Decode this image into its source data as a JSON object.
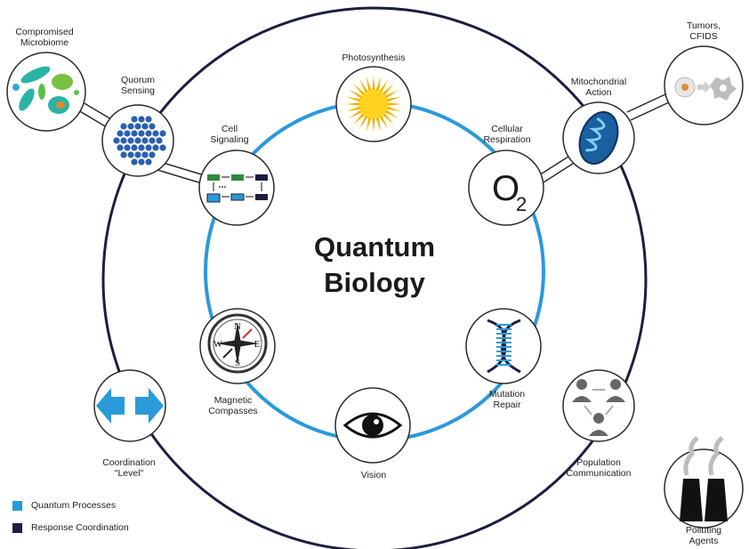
{
  "title": {
    "line1": "Quantum",
    "line2": "Biology"
  },
  "colors": {
    "quantum": "#2a9ad9",
    "coordination": "#1b1e3f",
    "node_border": "#2b2b2b"
  },
  "inner_nodes": [
    {
      "id": "photosynthesis",
      "lines": [
        "Photosynthesis"
      ],
      "icon": "sun-icon"
    },
    {
      "id": "cellular-respiration",
      "lines": [
        "Cellular",
        "Respiration"
      ],
      "icon": "o2-molecule-icon",
      "symbol": "O",
      "subscript": "2"
    },
    {
      "id": "mutation-repair",
      "lines": [
        "Mutation",
        "Repair"
      ],
      "icon": "dna-helix-icon"
    },
    {
      "id": "vision",
      "lines": [
        "Vision"
      ],
      "icon": "eye-icon"
    },
    {
      "id": "magnetic-compasses",
      "lines": [
        "Magnetic",
        "Compasses"
      ],
      "icon": "compass-icon",
      "compass": {
        "n": "N",
        "s": "S",
        "e": "E",
        "w": "W"
      }
    },
    {
      "id": "cell-signaling",
      "lines": [
        "Cell",
        "Signaling"
      ],
      "icon": "signaling-pathway-icon"
    }
  ],
  "outer_nodes": [
    {
      "id": "quorum-sensing",
      "lines": [
        "Quorum",
        "Sensing"
      ],
      "icon": "bacteria-cluster-icon"
    },
    {
      "id": "mitochondrial-action",
      "lines": [
        "Mitochondrial",
        "Action"
      ],
      "icon": "mitochondrion-icon"
    },
    {
      "id": "population-communication",
      "lines": [
        "Population",
        "Communication"
      ],
      "icon": "people-network-icon"
    },
    {
      "id": "coordination-level",
      "lines": [
        "Coordination",
        "\"Level\""
      ],
      "icon": "double-arrow-icon"
    }
  ],
  "external_nodes": [
    {
      "id": "compromised-microbiome",
      "lines": [
        "Compromised",
        "Microbiome"
      ],
      "icon": "microbes-icon"
    },
    {
      "id": "tumors-cfids",
      "lines": [
        "Tumors,",
        "CFIDS"
      ],
      "icon": "cell-transformation-icon"
    },
    {
      "id": "polluting-agents",
      "lines": [
        "Polluting",
        "Agents"
      ],
      "icon": "smokestacks-icon"
    }
  ],
  "legend": [
    {
      "label": "Quantum Processes",
      "color": "#2a9ad9"
    },
    {
      "label": "Response Coordination",
      "color": "#1b1e3f"
    }
  ]
}
